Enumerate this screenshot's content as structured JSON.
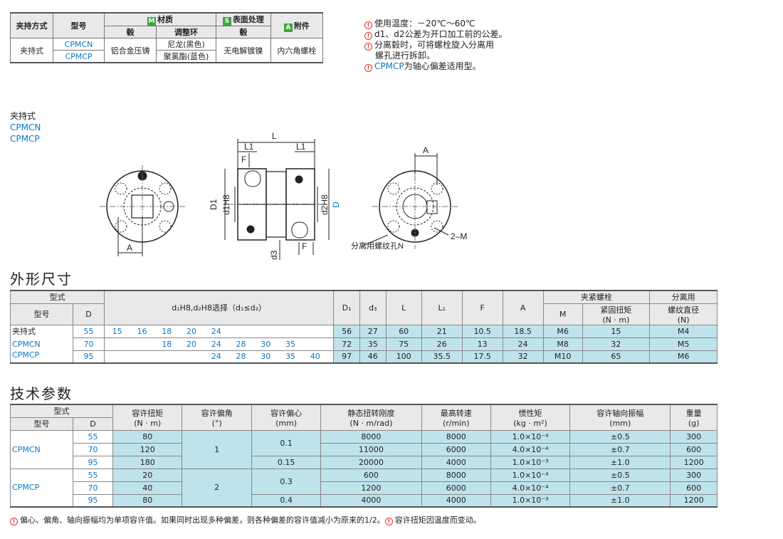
{
  "spec_table": {
    "col_clamp": "夹持方式",
    "col_model": "型号",
    "material_badge": "M",
    "material_label": "材质",
    "surface_badge": "S",
    "surface_label": "表面处理",
    "accessory_badge": "A",
    "accessory_label": "附件",
    "sub_hub": "毂",
    "sub_ring": "调整环",
    "sub_hub2": "毂",
    "clamp_type": "夹持式",
    "model1": "CPMCN",
    "model2": "CPMCP",
    "hub_material": "铝合金压铸",
    "ring1": "尼龙(黑色)",
    "ring2": "聚氯酯(蓝色)",
    "surface": "无电解镀镍",
    "accessory": "内六角螺栓"
  },
  "notes": [
    "使用温度：－20℃～60℃",
    "d1、d2公差为开口加工前的公差。",
    "分离毂时，可将螺栓旋入分离用",
    "螺孔进行拆卸。",
    "为轴心偏差适用型。"
  ],
  "notes_model": "CPMCP",
  "drawing": {
    "clamp": "夹持式",
    "model1": "CPMCN",
    "model2": "CPMCP",
    "L": "L",
    "L1": "L1",
    "L1b": "L1",
    "F": "F",
    "F2": "F",
    "A": "A",
    "A2": "A",
    "D1": "D1",
    "d1": "d1H8",
    "d2": "d2H8",
    "D": "D",
    "d3": "d3",
    "screw_hole": "分离用螺纹孔N",
    "two_m": "2–M"
  },
  "dims_title": "外形尺寸",
  "dims": {
    "h_type": "型式",
    "h_model": "型号",
    "h_D": "D",
    "h_select": "d₁H8,d₂H8选择（d₁≤d₂）",
    "h_D1": "D₁",
    "h_d3": "d₃",
    "h_L": "L",
    "h_L1": "L₁",
    "h_F": "F",
    "h_A": "A",
    "h_bolt": "夹紧螺栓",
    "h_M": "M",
    "h_torque": "紧固扭矩",
    "h_torque_unit": "(N · m)",
    "h_sep": "分离用",
    "h_sep2": "螺纹直径",
    "h_sep3": "(N)",
    "label1": "夹持式",
    "label2": "CPMCN",
    "label3": "CPMCP",
    "rows": [
      {
        "D": "55",
        "sel": [
          "15",
          "16",
          "18",
          "20",
          "24",
          "",
          "",
          "",
          "",
          ""
        ],
        "D1": "56",
        "d3": "27",
        "L": "60",
        "L1": "21",
        "F": "10.5",
        "A": "18.5",
        "M": "M6",
        "T": "15",
        "N": "M4"
      },
      {
        "D": "70",
        "sel": [
          "",
          "",
          "18",
          "20",
          "24",
          "28",
          "30",
          "35",
          "",
          ""
        ],
        "D1": "72",
        "d3": "35",
        "L": "75",
        "L1": "26",
        "F": "13",
        "A": "24",
        "M": "M8",
        "T": "32",
        "N": "M5"
      },
      {
        "D": "95",
        "sel": [
          "",
          "",
          "",
          "",
          "24",
          "28",
          "30",
          "35",
          "40",
          ""
        ],
        "D1": "97",
        "d3": "46",
        "L": "100",
        "L1": "35.5",
        "F": "17.5",
        "A": "32",
        "M": "M10",
        "T": "65",
        "N": "M6"
      }
    ]
  },
  "tech_title": "技术参数",
  "tech": {
    "h_type": "型式",
    "h_model": "型号",
    "h_D": "D",
    "h_torque": "容许扭矩",
    "u_torque": "(N · m)",
    "h_angle": "容许偏角",
    "u_angle": "(°)",
    "h_ecc": "容许偏心",
    "u_ecc": "(mm)",
    "h_stiff": "静态扭转刚度",
    "u_stiff": "(N · m/rad)",
    "h_speed": "最高转速",
    "u_speed": "(r/min)",
    "h_inertia": "惯性矩",
    "u_inertia": "(kg · m²)",
    "h_axial": "容许轴向振幅",
    "u_axial": "(mm)",
    "h_weight": "重量",
    "u_weight": "(g)",
    "cpmcn": "CPMCN",
    "cpmcp": "CPMCP",
    "n_angle": "1",
    "p_angle": "2",
    "n_ecc1": "0.1",
    "n_ecc2": "0.15",
    "p_ecc1": "0.3",
    "p_ecc2": "0.4",
    "rows": [
      {
        "D": "55",
        "T": "80",
        "S": "8000",
        "R": "8000",
        "I": "1.0×10⁻⁴",
        "X": "±0.5",
        "W": "300"
      },
      {
        "D": "70",
        "T": "120",
        "S": "11000",
        "R": "6000",
        "I": "4.0×10⁻⁴",
        "X": "±0.7",
        "W": "600"
      },
      {
        "D": "95",
        "T": "180",
        "S": "20000",
        "R": "4000",
        "I": "1.0×10⁻³",
        "X": "±1.0",
        "W": "1200"
      },
      {
        "D": "55",
        "T": "20",
        "S": "600",
        "R": "8000",
        "I": "1.0×10⁻⁴",
        "X": "±0.5",
        "W": "300"
      },
      {
        "D": "70",
        "T": "40",
        "S": "1200",
        "R": "6000",
        "I": "4.0×10⁻⁴",
        "X": "±0.7",
        "W": "600"
      },
      {
        "D": "95",
        "T": "80",
        "S": "4000",
        "R": "4000",
        "I": "1.0×10⁻³",
        "X": "±1.0",
        "W": "1200"
      }
    ]
  },
  "footnote1": "偏心、偏角、轴向振幅均为单项容许值。如果同时出现多种偏差，则各种偏差的容许值减小为原来的1/2。",
  "footnote2": "容许扭矩因温度而变动。",
  "colors": {
    "accent": "#0a78c6",
    "cell": "#bfe3ea",
    "badge_m": "#3aa83a",
    "warn": "#e0322f"
  }
}
